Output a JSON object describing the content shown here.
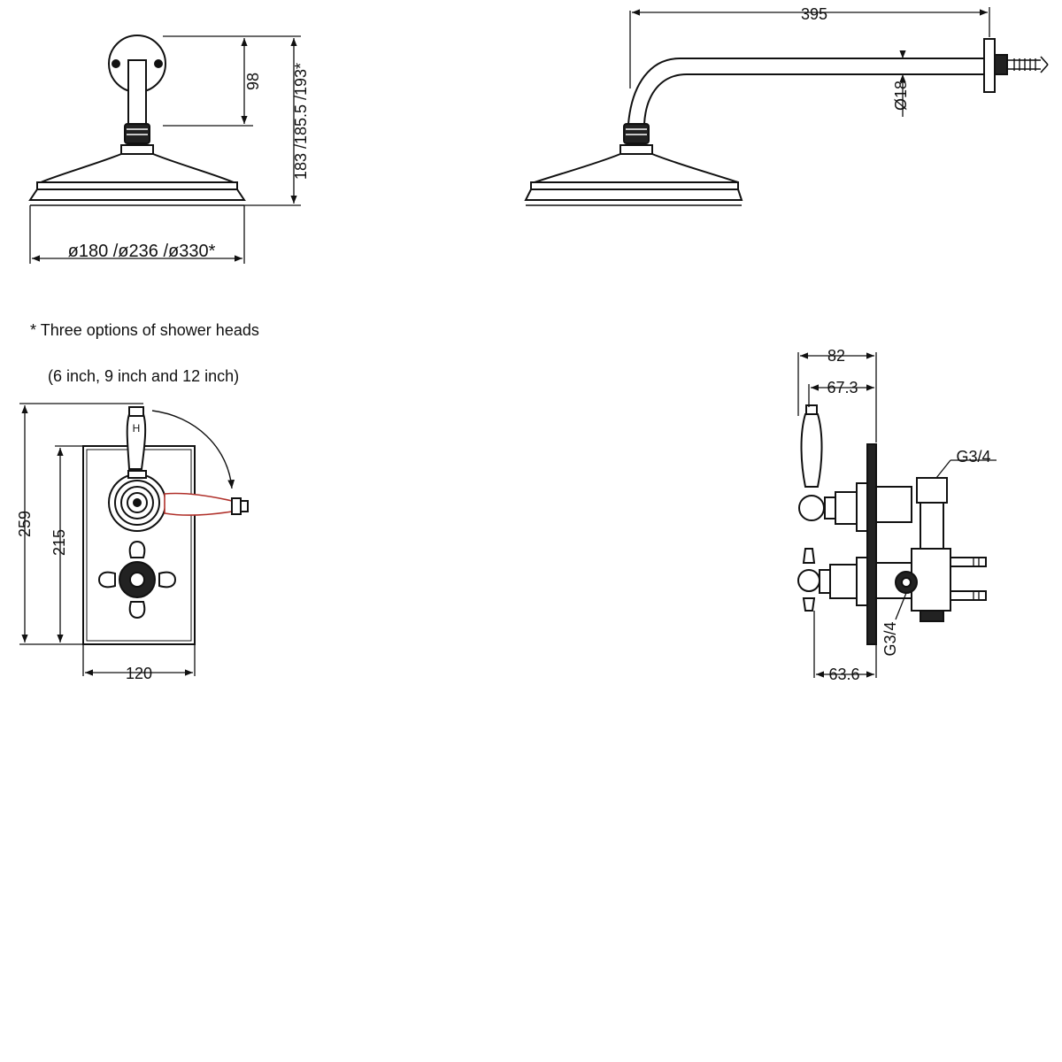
{
  "shower_head_front": {
    "arm_height": "98",
    "overall_height": "183 /185.5 /193*",
    "head_diameters": "ø180 /ø236 /ø330*"
  },
  "shower_head_side": {
    "arm_length": "395",
    "arm_diameter": "Ø18"
  },
  "note": {
    "line1": "* Three options of shower heads",
    "line2": "(6 inch, 9 inch and 12 inch)"
  },
  "valve_front": {
    "overall_height": "259",
    "plate_height": "215",
    "plate_width": "120"
  },
  "valve_side": {
    "depth_total": "82",
    "depth_top_handle": "67.3",
    "depth_bottom_handle": "63.6",
    "outlet_top": "G3/4",
    "outlet_bottom": "G3/4"
  },
  "colors": {
    "line": "#111111",
    "accent": "#b0302a"
  }
}
